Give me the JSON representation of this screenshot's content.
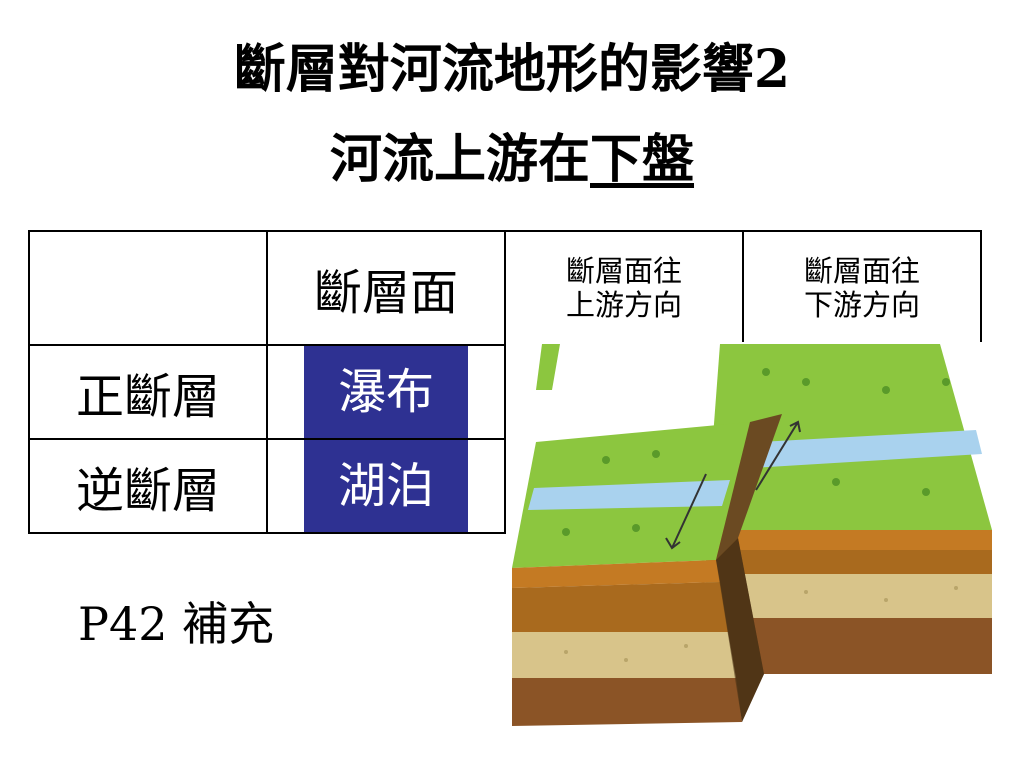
{
  "slide": {
    "title_line1": "斷層對河流地形的影響2",
    "title_line2_prefix": "河流上游在",
    "title_line2_underlined": "下盤"
  },
  "table": {
    "headers": [
      "",
      "斷層面",
      "斷層面往上游方向",
      "斷層面往下游方向"
    ],
    "header_col3_lines": [
      "斷層面往",
      "上游方向"
    ],
    "header_col4_lines": [
      "斷層面往",
      "下游方向"
    ],
    "rows": [
      {
        "label": "正斷層",
        "fault_plane": "瀑布"
      },
      {
        "label": "逆斷層",
        "fault_plane": "湖泊"
      }
    ]
  },
  "supplement": "P42  補充",
  "colors": {
    "highlight_blue": "#2e3192",
    "grass": "#8cc63f",
    "river": "#a9d2ee",
    "soil_orange": "#c47a23",
    "soil_tan": "#d8c48a",
    "soil_brown": "#8b5426"
  },
  "icons": {
    "fault_diagram": "normal-fault-block-diagram"
  }
}
